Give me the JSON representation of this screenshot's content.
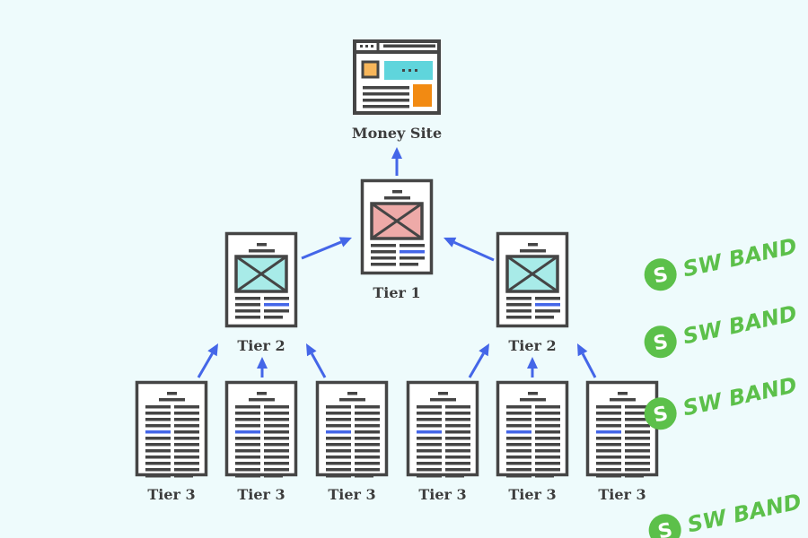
{
  "diagram": {
    "title": "Tiered link building pyramid",
    "nodes": [
      {
        "id": "money",
        "label": "Money Site",
        "type": "website"
      },
      {
        "id": "t1",
        "label": "Tier 1",
        "type": "article-image",
        "image_color": "#eeaaa8"
      },
      {
        "id": "t2a",
        "label": "Tier 2",
        "type": "article-image",
        "image_color": "#a8ebe8"
      },
      {
        "id": "t2b",
        "label": "Tier 2",
        "type": "article-image",
        "image_color": "#a8ebe8"
      },
      {
        "id": "t3a",
        "label": "Tier 3",
        "type": "article-text"
      },
      {
        "id": "t3b",
        "label": "Tier 3",
        "type": "article-text"
      },
      {
        "id": "t3c",
        "label": "Tier 3",
        "type": "article-text"
      },
      {
        "id": "t3d",
        "label": "Tier 3",
        "type": "article-text"
      },
      {
        "id": "t3e",
        "label": "Tier 3",
        "type": "article-text"
      },
      {
        "id": "t3f",
        "label": "Tier 3",
        "type": "article-text"
      }
    ],
    "edges": [
      [
        "t1",
        "money"
      ],
      [
        "t2a",
        "t1"
      ],
      [
        "t2b",
        "t1"
      ],
      [
        "t3a",
        "t2a"
      ],
      [
        "t3b",
        "t2a"
      ],
      [
        "t3c",
        "t2a"
      ],
      [
        "t3d",
        "t2b"
      ],
      [
        "t3e",
        "t2b"
      ],
      [
        "t3f",
        "t2b"
      ]
    ],
    "colors": {
      "arrow": "#4466e8",
      "outline": "#454545",
      "accent": "#4466e8",
      "teal": "#5fd5dc",
      "orange": "#f28a12",
      "light_orange": "#f8b65a"
    }
  },
  "watermark": {
    "text": "SW BAND",
    "logo_letter": "S",
    "color": "#5cc04a"
  }
}
